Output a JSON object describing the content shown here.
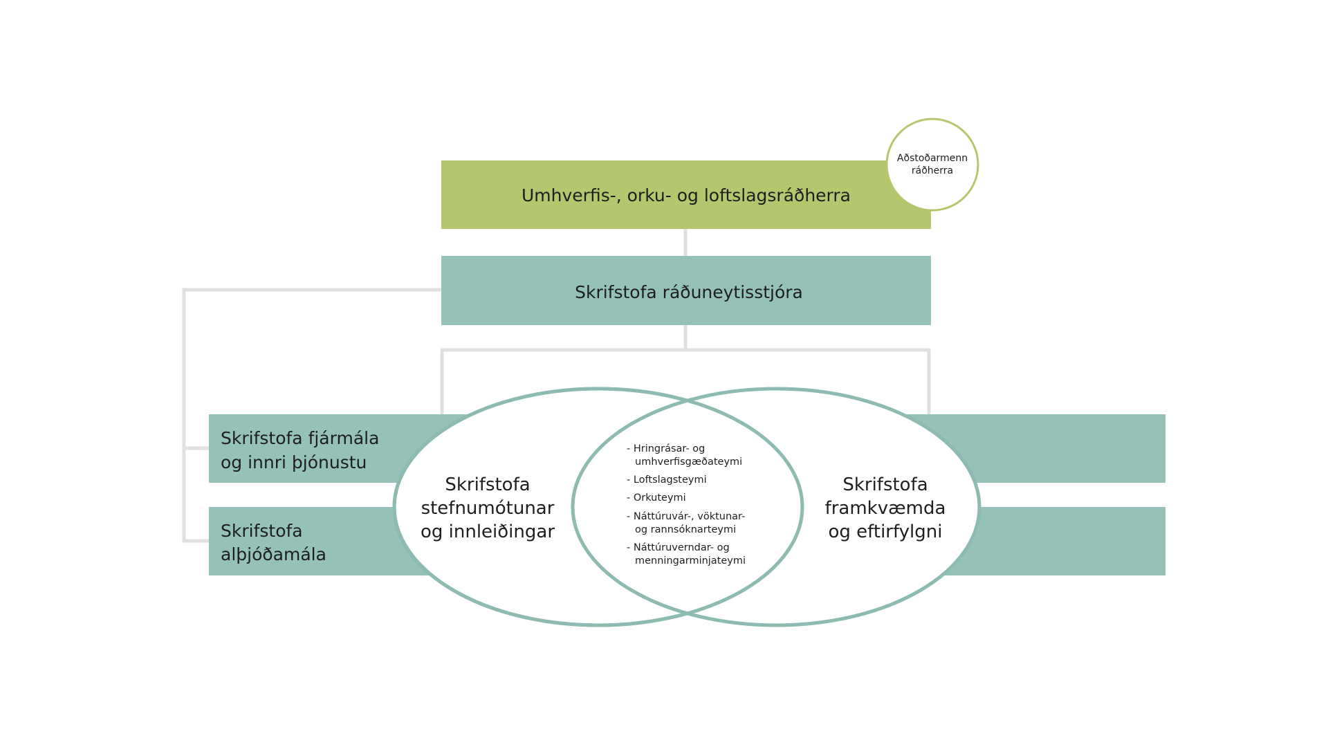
{
  "colors": {
    "minister_box": "#b5c76e",
    "office_box": "#95c1b8",
    "connector": "#e0e0e0",
    "ellipse_stroke": "#8dbab1",
    "badge_stroke": "#b5c76e",
    "text": "#1e1e1e",
    "background": "#ffffff"
  },
  "minister": {
    "title": "Umhverfis-, orku- og loftslagsráðherra"
  },
  "assistants_badge": {
    "line1": "Aðstoðarmenn",
    "line2": "ráðherra"
  },
  "permanent_secretary_office": {
    "title": "Skrifstofa ráðuneytisstjóra"
  },
  "finance_office": {
    "line1": "Skrifstofa fjármála",
    "line2": "og innri þjónustu"
  },
  "international_office": {
    "line1": "Skrifstofa",
    "line2": "alþjóðamála"
  },
  "policy_office": {
    "line1": "Skrifstofa",
    "line2": "stefnumótunar",
    "line3": "og innleiðingar"
  },
  "implementation_office": {
    "line1": "Skrifstofa",
    "line2": "framkvæmda",
    "line3": "og eftirfylgni"
  },
  "teams": [
    {
      "line1": "- Hringrásar- og",
      "line2": "umhverfisgæðateymi"
    },
    {
      "line1": "- Loftslagsteymi",
      "line2": ""
    },
    {
      "line1": "- Orkuteymi",
      "line2": ""
    },
    {
      "line1": "- Náttúruvár-, vöktunar-",
      "line2": "og rannsóknarteymi"
    },
    {
      "line1": "- Náttúruverndar- og",
      "line2": "menningarminjateymi"
    }
  ]
}
